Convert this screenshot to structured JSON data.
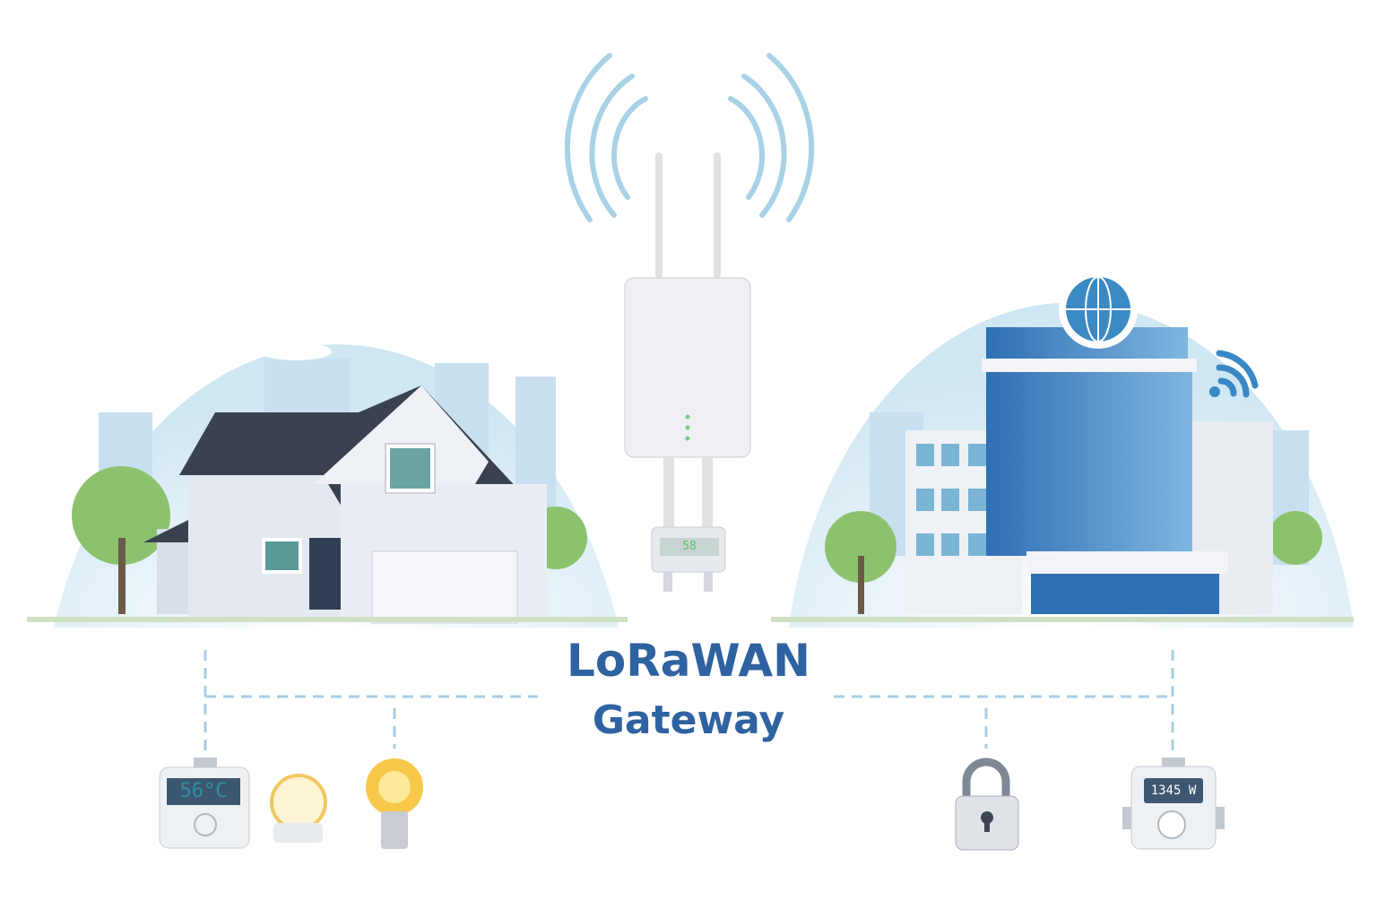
{
  "title": {
    "line1": "LoRaWAN",
    "line2": "Gateway"
  },
  "devices": {
    "thermostat_reading": "56°C",
    "power_meter_reading": "1345 W",
    "gateway_display": "58"
  },
  "colors": {
    "accent": "#2f62a0",
    "signal": "#a9d2e6",
    "connector": "#a8cde3"
  }
}
